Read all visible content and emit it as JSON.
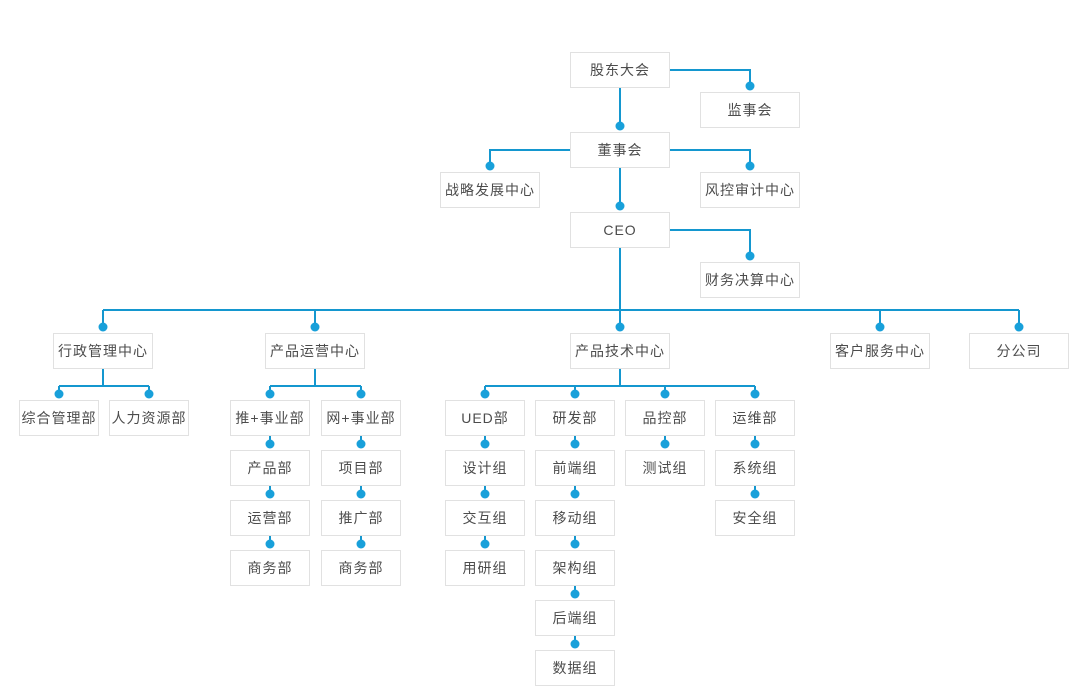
{
  "colors": {
    "connector": "#1497cf",
    "dot": "#18a0da",
    "box_border": "#e1e1e1",
    "box_bg": "#ffffff",
    "text": "#4c4c4c",
    "canvas_bg": "#ffffff"
  },
  "org": {
    "nodes": {
      "shareholders_meeting": "股东大会",
      "supervisory_board": "监事会",
      "board_of_directors": "董事会",
      "strategy_center": "战略发展中心",
      "risk_audit_center": "风控审计中心",
      "ceo": "CEO",
      "finance_center": "财务决算中心",
      "admin_center": "行政管理中心",
      "ops_center": "产品运营中心",
      "tech_center": "产品技术中心",
      "service_center": "客户服务中心",
      "branch_company": "分公司",
      "general_admin_dept": "综合管理部",
      "hr_dept": "人力资源部",
      "tui_division": "推+事业部",
      "wang_division": "网+事业部",
      "product_dept": "产品部",
      "project_dept": "项目部",
      "operations_dept": "运营部",
      "promotion_dept": "推广部",
      "business_dept_tui": "商务部",
      "business_dept_wang": "商务部",
      "ued_dept": "UED部",
      "rnd_dept": "研发部",
      "qc_dept": "品控部",
      "om_dept": "运维部",
      "design_group": "设计组",
      "interaction_group": "交互组",
      "research_group": "用研组",
      "frontend_group": "前端组",
      "mobile_group": "移动组",
      "architecture_group": "架构组",
      "backend_group": "后端组",
      "data_group": "数据组",
      "testing_group": "测试组",
      "system_group": "系统组",
      "security_group": "安全组"
    },
    "hierarchy_edges": [
      [
        "shareholders_meeting",
        "supervisory_board"
      ],
      [
        "shareholders_meeting",
        "board_of_directors"
      ],
      [
        "board_of_directors",
        "strategy_center"
      ],
      [
        "board_of_directors",
        "risk_audit_center"
      ],
      [
        "board_of_directors",
        "ceo"
      ],
      [
        "ceo",
        "finance_center"
      ],
      [
        "ceo",
        "admin_center"
      ],
      [
        "ceo",
        "ops_center"
      ],
      [
        "ceo",
        "tech_center"
      ],
      [
        "ceo",
        "service_center"
      ],
      [
        "ceo",
        "branch_company"
      ],
      [
        "admin_center",
        "general_admin_dept"
      ],
      [
        "admin_center",
        "hr_dept"
      ],
      [
        "ops_center",
        "tui_division"
      ],
      [
        "ops_center",
        "wang_division"
      ],
      [
        "tui_division",
        "product_dept"
      ],
      [
        "product_dept",
        "operations_dept"
      ],
      [
        "operations_dept",
        "business_dept_tui"
      ],
      [
        "wang_division",
        "project_dept"
      ],
      [
        "project_dept",
        "promotion_dept"
      ],
      [
        "promotion_dept",
        "business_dept_wang"
      ],
      [
        "tech_center",
        "ued_dept"
      ],
      [
        "tech_center",
        "rnd_dept"
      ],
      [
        "tech_center",
        "qc_dept"
      ],
      [
        "tech_center",
        "om_dept"
      ],
      [
        "ued_dept",
        "design_group"
      ],
      [
        "design_group",
        "interaction_group"
      ],
      [
        "interaction_group",
        "research_group"
      ],
      [
        "rnd_dept",
        "frontend_group"
      ],
      [
        "frontend_group",
        "mobile_group"
      ],
      [
        "mobile_group",
        "architecture_group"
      ],
      [
        "architecture_group",
        "backend_group"
      ],
      [
        "backend_group",
        "data_group"
      ],
      [
        "qc_dept",
        "testing_group"
      ],
      [
        "om_dept",
        "system_group"
      ],
      [
        "system_group",
        "security_group"
      ]
    ]
  }
}
